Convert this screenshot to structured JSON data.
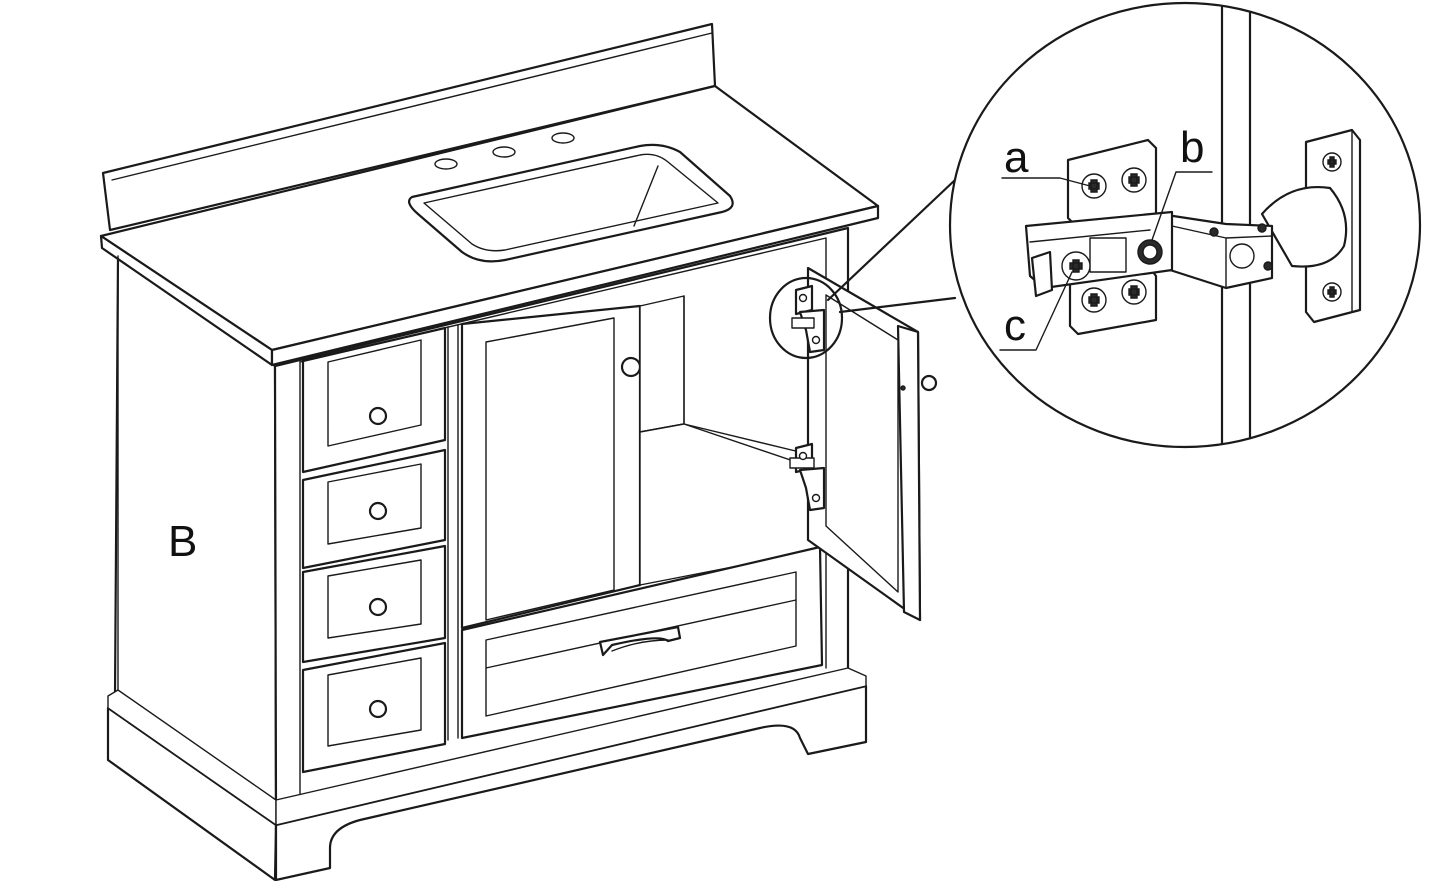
{
  "labels": {
    "panel": "B",
    "screw_a": "a",
    "screw_b": "b",
    "screw_c": "c"
  },
  "colors": {
    "line": "#1a1a1a",
    "background": "#ffffff"
  }
}
